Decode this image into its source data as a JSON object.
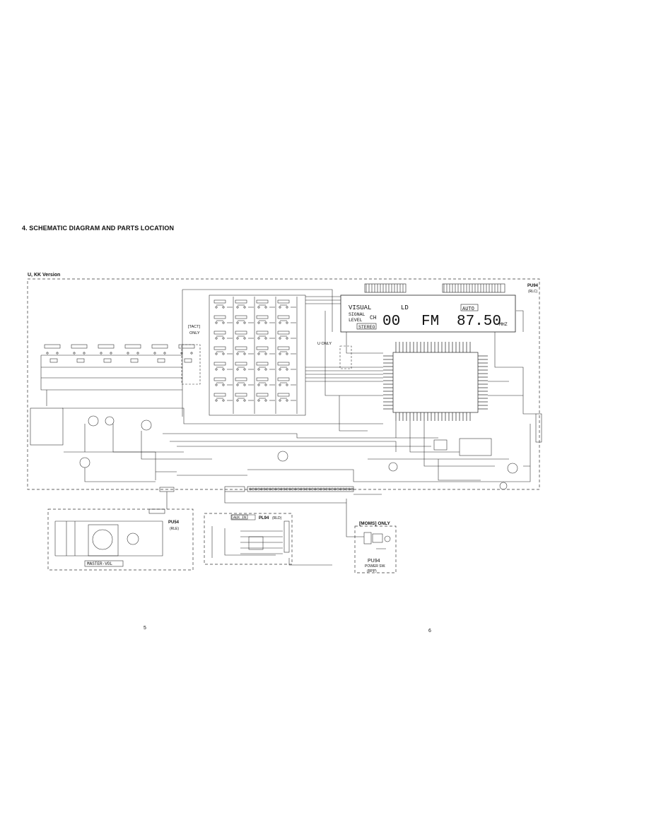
{
  "section_title": "4. SCHEMATIC DIAGRAM AND PARTS LOCATION",
  "version_label": "U, KK Version",
  "page_left": "5",
  "page_right": "6",
  "main_board": {
    "name": "PU94",
    "sub": "(RLC)"
  },
  "display": {
    "visual": "VISUAL",
    "ld": "LD",
    "auto": "AUTO",
    "signal_level": "SIGNAL",
    "level": "LEVEL",
    "ch": "CH",
    "digits_ch": "00",
    "band": "FM",
    "freq": "87.50",
    "unit": "MHZ",
    "stereo": "STEREO"
  },
  "tact_note": {
    "line1": "[TACT]",
    "line2": "ONLY"
  },
  "u_only_note": "U ONLY",
  "lower_left_board": {
    "name": "PU54",
    "sub": "(RLE)",
    "knob": "MASTER-VOL"
  },
  "lower_mid_board": {
    "name": "PL94",
    "sub": "(RLD)",
    "header": "AUX IN"
  },
  "moms_label": "[MOMS] ONLY",
  "moms_board": {
    "name": "PU94",
    "line2": "POWER SW.",
    "line3": "(RPP)"
  }
}
